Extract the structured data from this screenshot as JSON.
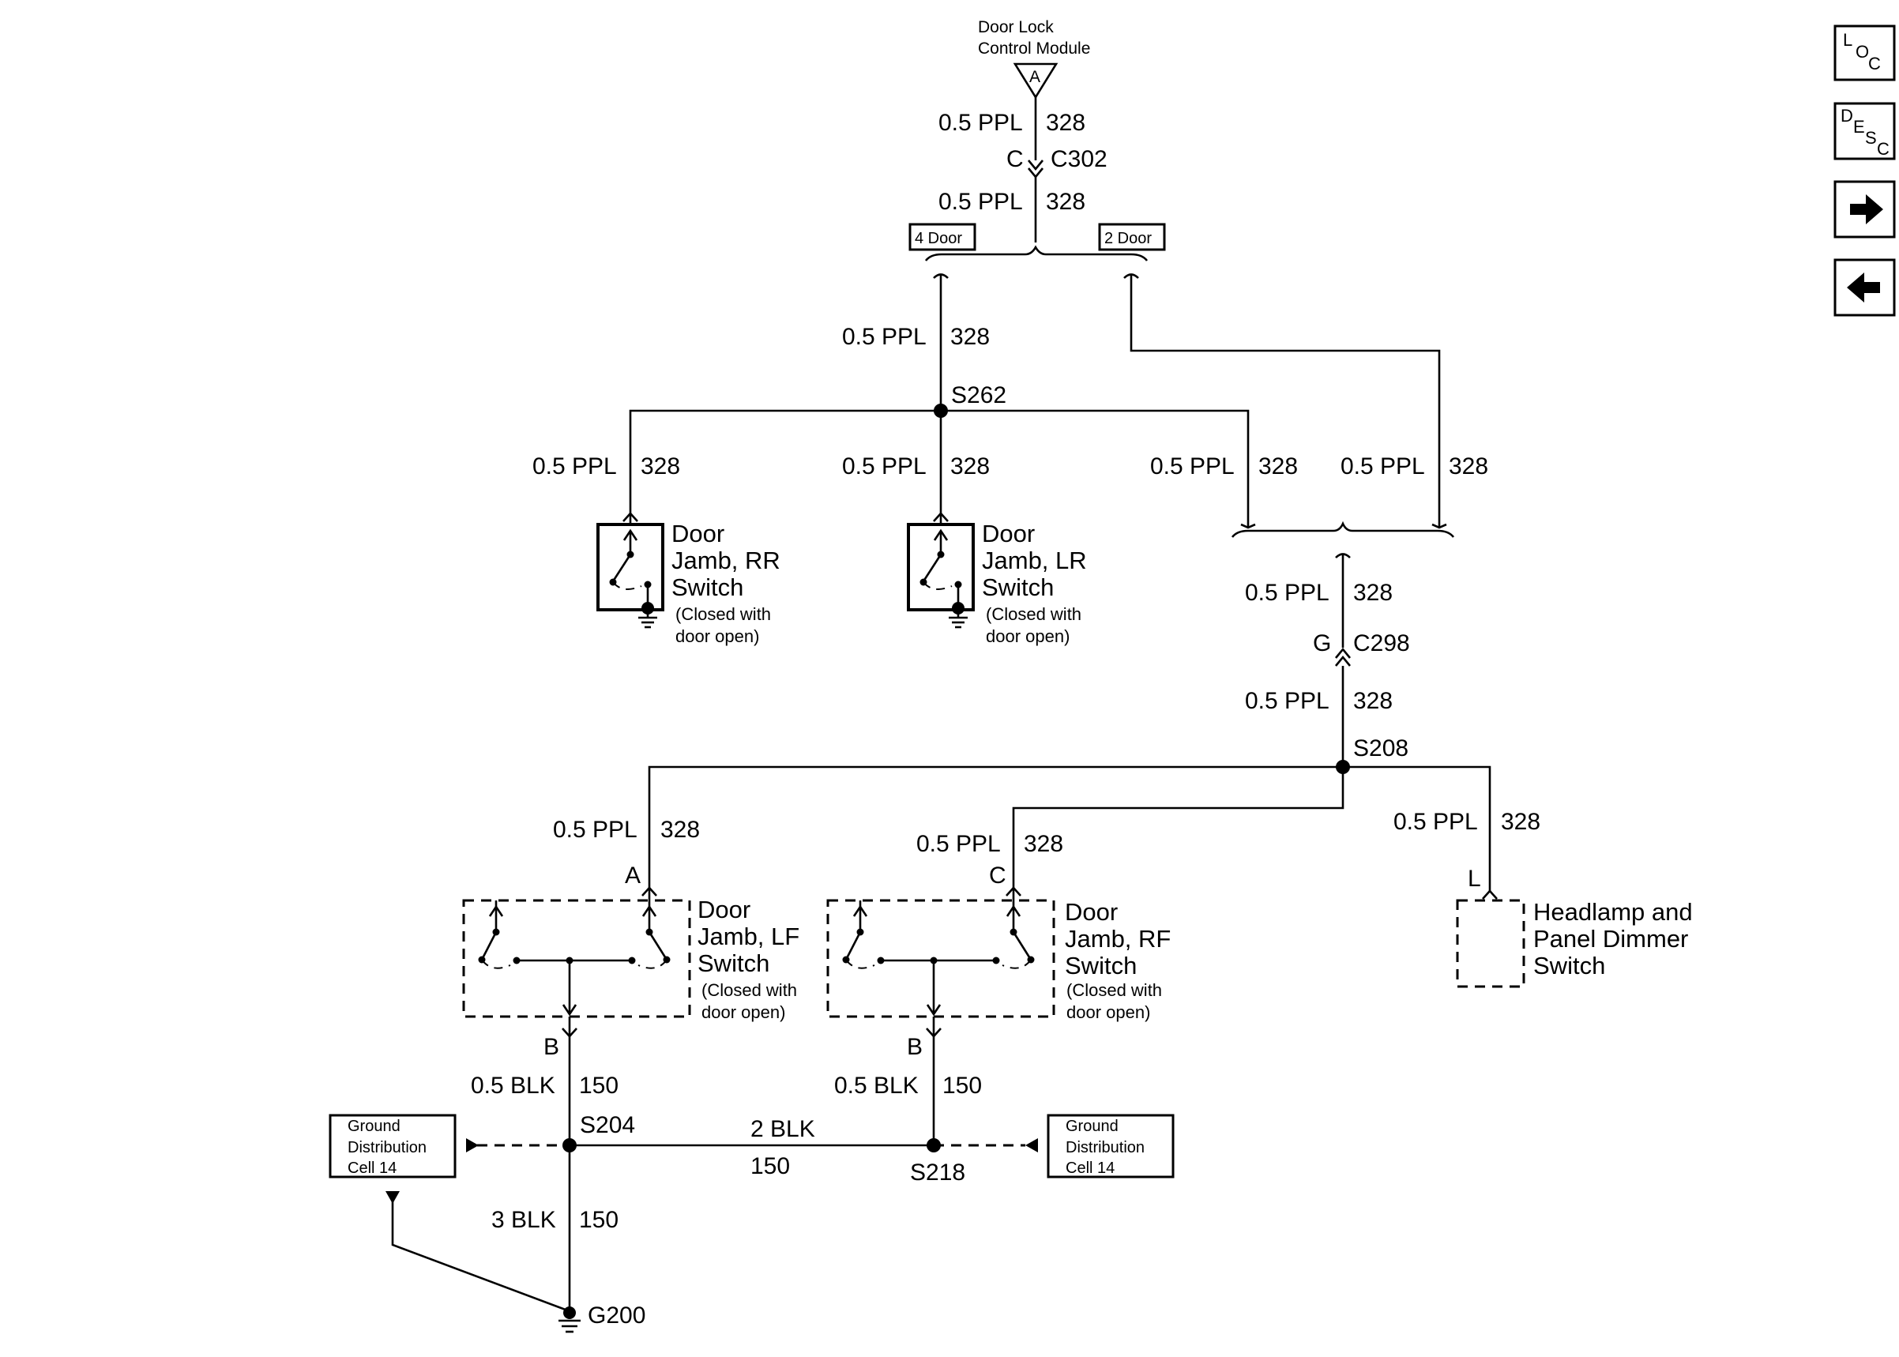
{
  "module": {
    "line1": "Door Lock",
    "line2": "Control Module",
    "pin": "A"
  },
  "wires": {
    "w1": {
      "size": "0.5 PPL",
      "circuit": "328"
    },
    "w2": {
      "size": "0.5 PPL",
      "circuit": "328"
    },
    "w3": {
      "size": "0.5 PPL",
      "circuit": "328"
    },
    "w4": {
      "size": "0.5 PPL",
      "circuit": "328"
    },
    "w5": {
      "size": "0.5 PPL",
      "circuit": "328"
    },
    "w6": {
      "size": "0.5 PPL",
      "circuit": "328"
    },
    "w7": {
      "size": "0.5 PPL",
      "circuit": "328"
    },
    "w8": {
      "size": "0.5 PPL",
      "circuit": "328"
    },
    "w9": {
      "size": "0.5 PPL",
      "circuit": "328"
    },
    "w10": {
      "size": "0.5 PPL",
      "circuit": "328"
    },
    "w11": {
      "size": "0.5 PPL",
      "circuit": "328"
    },
    "w12": {
      "size": "0.5 PPL",
      "circuit": "328"
    },
    "w13": {
      "size": "0.5 BLK",
      "circuit": "150"
    },
    "w14": {
      "size": "0.5 BLK",
      "circuit": "150"
    },
    "w15": {
      "size": "2 BLK",
      "circuit": "150"
    },
    "w16": {
      "size": "3 BLK",
      "circuit": "150"
    }
  },
  "connectors": {
    "c302": {
      "pin": "C",
      "name": "C302"
    },
    "c298": {
      "pin": "G",
      "name": "C298"
    }
  },
  "options": {
    "four_door": "4 Door",
    "two_door": "2 Door"
  },
  "splices": {
    "s262": "S262",
    "s208": "S208",
    "s204": "S204",
    "s218": "S218"
  },
  "ground": "G200",
  "pins": {
    "lf": "A",
    "rf": "C",
    "hd": "L",
    "lfb": "B",
    "rfb": "B"
  },
  "switches": {
    "rr": {
      "l1": "Door",
      "l2": "Jamb, RR",
      "l3": "Switch",
      "n1": "(Closed with",
      "n2": "door open)"
    },
    "lr": {
      "l1": "Door",
      "l2": "Jamb, LR",
      "l3": "Switch",
      "n1": "(Closed with",
      "n2": "door open)"
    },
    "lf": {
      "l1": "Door",
      "l2": "Jamb, LF",
      "l3": "Switch",
      "n1": "(Closed with",
      "n2": "door open)"
    },
    "rf": {
      "l1": "Door",
      "l2": "Jamb, RF",
      "l3": "Switch",
      "n1": "(Closed with",
      "n2": "door open)"
    }
  },
  "headlamp": {
    "l1": "Headlamp and",
    "l2": "Panel Dimmer",
    "l3": "Switch"
  },
  "ground_refs": {
    "left": {
      "l1": "Ground",
      "l2": "Distribution",
      "l3": "Cell 14"
    },
    "right": {
      "l1": "Ground",
      "l2": "Distribution",
      "l3": "Cell 14"
    }
  },
  "nav": {
    "loc": {
      "a": "L",
      "b": "O",
      "c": "C"
    },
    "desc": {
      "a": "D",
      "b": "E",
      "c": "S",
      "d": "C"
    }
  }
}
